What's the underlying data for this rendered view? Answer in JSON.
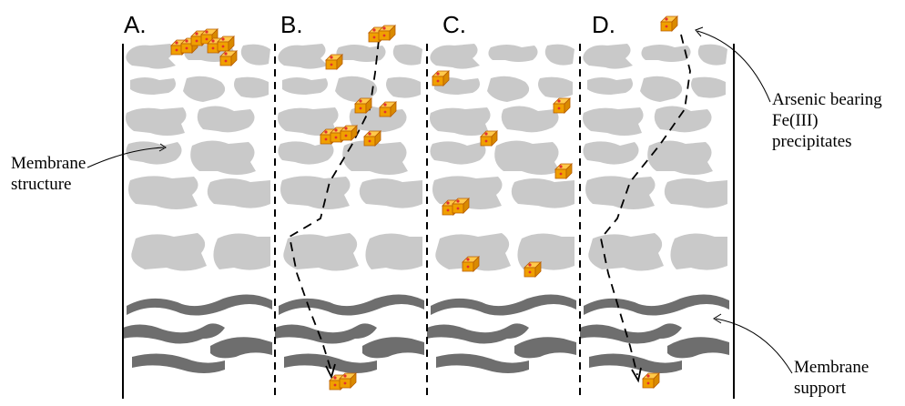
{
  "panels": [
    {
      "id": "a",
      "label": "A."
    },
    {
      "id": "b",
      "label": "B."
    },
    {
      "id": "c",
      "label": "C."
    },
    {
      "id": "d",
      "label": "D."
    }
  ],
  "annotations": {
    "membrane_structure": [
      "Membrane",
      "structure"
    ],
    "precipitates": [
      "Arsenic bearing",
      "Fe(III)",
      "precipitates"
    ],
    "membrane_support": [
      "Membrane",
      "support"
    ]
  },
  "colors": {
    "membrane_structure": "#c9c9c9",
    "membrane_support": "#6e6e6e",
    "precipitate": "#f0a000",
    "precipitate_edge": "#b85c00",
    "precipitate_dot": "#e23030",
    "line": "#000000"
  }
}
